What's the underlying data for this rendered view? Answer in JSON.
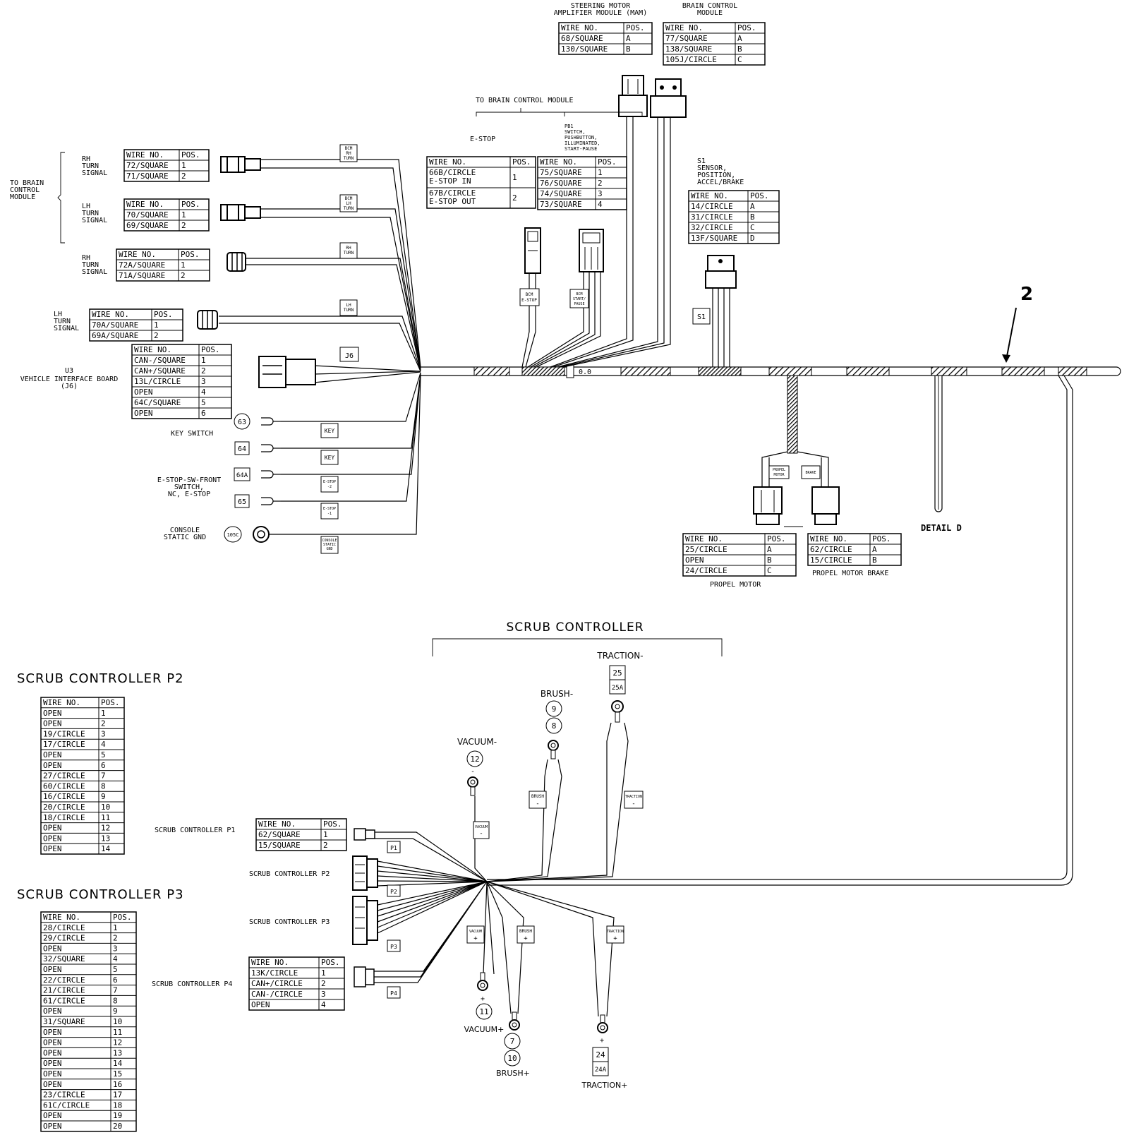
{
  "callout": "2",
  "detail": "DETAIL D",
  "section_title": "SCRUB CONTROLLER",
  "labels": {
    "mam": [
      "STEERING MOTOR",
      "AMPLIFIER MODULE (MAM)"
    ],
    "bcm": [
      "BRAIN CONTROL",
      "MODULE"
    ],
    "to_bcm_top": "TO BRAIN CONTROL MODULE",
    "estop": "E-STOP",
    "pb1": [
      "PB1",
      "SWITCH,",
      "PUSHBUTTON,",
      "ILLUMINATED,",
      "START-PAUSE"
    ],
    "s1": [
      "S1",
      "SENSOR,",
      "POSITION,",
      "ACCEL/BRAKE"
    ],
    "to_bcm_left": [
      "TO BRAIN",
      "CONTROL",
      "MODULE"
    ],
    "rh_turn": [
      "RH",
      "TURN",
      "SIGNAL"
    ],
    "lh_turn": [
      "LH",
      "TURN",
      "SIGNAL"
    ],
    "u3": [
      "U3",
      "VEHICLE INTERFACE BOARD",
      "(J6)"
    ],
    "key_switch": "KEY SWITCH",
    "estop_sw": [
      "E-STOP-SW-FRONT",
      "SWITCH,",
      "NC, E-STOP"
    ],
    "console": [
      "CONSOLE",
      "STATIC GND"
    ],
    "propel_motor": "PROPEL MOTOR",
    "propel_brake": "PROPEL MOTOR BRAKE",
    "scp1": "SCRUB CONTROLLER P1",
    "scp2": "SCRUB CONTROLLER P2",
    "scp3": "SCRUB CONTROLLER P3",
    "scp4": "SCRUB CONTROLLER P4",
    "traction_neg": "TRACTION-",
    "brush_neg": "BRUSH-",
    "vacuum_neg": "VACUUM-",
    "vacuum_pos": "VACUUM+",
    "brush_pos": "BRUSH+",
    "traction_pos": "TRACTION+"
  },
  "tags": {
    "bcm_rh_turn": [
      "BCM",
      "RH",
      "TURN"
    ],
    "bcm_lh_turn": [
      "BCM",
      "LH",
      "TURN"
    ],
    "rh_turn": [
      "RH",
      "TURN"
    ],
    "lh_turn": [
      "LH",
      "TURN"
    ],
    "j6": "J6",
    "key1": "KEY",
    "key2": "KEY",
    "estop2": [
      "E-STOP",
      "-2"
    ],
    "estop1": [
      "E-STOP",
      "-1"
    ],
    "console_static": [
      "CONSOLE",
      "STATIC",
      "GND"
    ],
    "bcm_estop": [
      "BCM",
      "E-STOP"
    ],
    "bcm_startpause": [
      "BCM",
      "START/",
      "PAUSE"
    ],
    "s1": "S1",
    "propel": [
      "PROPEL",
      "MOTOR"
    ],
    "brake": "BRAKE",
    "p1": "P1",
    "p2": "P2",
    "p3": "P3",
    "p4": "P4",
    "vacuum_neg": [
      "VACUUM",
      "-"
    ],
    "brush_neg": [
      "BRUSH",
      "-"
    ],
    "traction_neg": [
      "TRACTION",
      "-"
    ],
    "vacuum_pos": [
      "VACUUM",
      "+"
    ],
    "brush_pos": [
      "BRUSH",
      "+"
    ],
    "traction_pos": [
      "TRACTION",
      "+"
    ],
    "oo": "0.0"
  },
  "circles": {
    "c63": "63",
    "c64": "64",
    "c64a": "64A",
    "c65": "65",
    "c105c": "105C",
    "c12": "12",
    "c9": "9",
    "c8": "8",
    "c11": "11",
    "c7": "7",
    "c10": "10",
    "b25": "25",
    "b25a": "25A",
    "b24": "24",
    "b24a": "24A"
  },
  "signs": {
    "vac_minus": "-",
    "vac_plus": "+",
    "brush_plus": "+",
    "trac_plus": "+"
  },
  "tables": {
    "mam": {
      "header": [
        "WIRE NO.",
        "POS."
      ],
      "rows": [
        [
          "68/SQUARE",
          "A"
        ],
        [
          "130/SQUARE",
          "B"
        ]
      ]
    },
    "bcm": {
      "header": [
        "WIRE NO.",
        "POS."
      ],
      "rows": [
        [
          "77/SQUARE",
          "A"
        ],
        [
          "138/SQUARE",
          "B"
        ],
        [
          "105J/CIRCLE",
          "C"
        ]
      ]
    },
    "estop": {
      "header": [
        "WIRE NO.",
        "POS."
      ],
      "rows": [
        [
          "66B/CIRCLE|E-STOP IN",
          "1"
        ],
        [
          "67B/CIRCLE|E-STOP OUT",
          "2"
        ]
      ]
    },
    "pb1": {
      "header": [
        "WIRE NO.",
        "POS."
      ],
      "rows": [
        [
          "75/SQUARE",
          "1"
        ],
        [
          "76/SQUARE",
          "2"
        ],
        [
          "74/SQUARE",
          "3"
        ],
        [
          "73/SQUARE",
          "4"
        ]
      ]
    },
    "s1": {
      "header": [
        "WIRE NO.",
        "POS."
      ],
      "rows": [
        [
          "14/CIRCLE",
          "A"
        ],
        [
          "31/CIRCLE",
          "B"
        ],
        [
          "32/CIRCLE",
          "C"
        ],
        [
          "13F/SQUARE",
          "D"
        ]
      ]
    },
    "rh1": {
      "header": [
        "WIRE NO.",
        "POS."
      ],
      "rows": [
        [
          "72/SQUARE",
          "1"
        ],
        [
          "71/SQUARE",
          "2"
        ]
      ]
    },
    "lh1": {
      "header": [
        "WIRE NO.",
        "POS."
      ],
      "rows": [
        [
          "70/SQUARE",
          "1"
        ],
        [
          "69/SQUARE",
          "2"
        ]
      ]
    },
    "rh2": {
      "header": [
        "WIRE NO.",
        "POS."
      ],
      "rows": [
        [
          "72A/SQUARE",
          "1"
        ],
        [
          "71A/SQUARE",
          "2"
        ]
      ]
    },
    "lh2": {
      "header": [
        "WIRE NO.",
        "POS."
      ],
      "rows": [
        [
          "70A/SQUARE",
          "1"
        ],
        [
          "69A/SQUARE",
          "2"
        ]
      ]
    },
    "j6": {
      "header": [
        "WIRE NO.",
        "POS."
      ],
      "rows": [
        [
          "CAN-/SQUARE",
          "1"
        ],
        [
          "CAN+/SQUARE",
          "2"
        ],
        [
          "13L/CIRCLE",
          "3"
        ],
        [
          "OPEN",
          "4"
        ],
        [
          "64C/SQUARE",
          "5"
        ],
        [
          "OPEN",
          "6"
        ]
      ]
    },
    "propel": {
      "header": [
        "WIRE NO.",
        "POS."
      ],
      "rows": [
        [
          "25/CIRCLE",
          "A"
        ],
        [
          "OPEN",
          "B"
        ],
        [
          "24/CIRCLE",
          "C"
        ]
      ]
    },
    "brake": {
      "header": [
        "WIRE NO.",
        "POS."
      ],
      "rows": [
        [
          "62/CIRCLE",
          "A"
        ],
        [
          "15/CIRCLE",
          "B"
        ]
      ]
    },
    "p1": {
      "header": [
        "WIRE NO.",
        "POS."
      ],
      "rows": [
        [
          "62/SQUARE",
          "1"
        ],
        [
          "15/SQUARE",
          "2"
        ]
      ]
    },
    "p4": {
      "header": [
        "WIRE NO.",
        "POS."
      ],
      "rows": [
        [
          "13K/CIRCLE",
          "1"
        ],
        [
          "CAN+/CIRCLE",
          "2"
        ],
        [
          "CAN-/CIRCLE",
          "3"
        ],
        [
          "OPEN",
          "4"
        ]
      ]
    },
    "p2": {
      "title": "SCRUB CONTROLLER P2",
      "header": [
        "WIRE NO.",
        "POS."
      ],
      "rows": [
        [
          "OPEN",
          "1"
        ],
        [
          "OPEN",
          "2"
        ],
        [
          "19/CIRCLE",
          "3"
        ],
        [
          "17/CIRCLE",
          "4"
        ],
        [
          "OPEN",
          "5"
        ],
        [
          "OPEN",
          "6"
        ],
        [
          "27/CIRCLE",
          "7"
        ],
        [
          "60/CIRCLE",
          "8"
        ],
        [
          "16/CIRCLE",
          "9"
        ],
        [
          "20/CIRCLE",
          "10"
        ],
        [
          "18/CIRCLE",
          "11"
        ],
        [
          "OPEN",
          "12"
        ],
        [
          "OPEN",
          "13"
        ],
        [
          "OPEN",
          "14"
        ]
      ]
    },
    "p3": {
      "title": "SCRUB CONTROLLER P3",
      "header": [
        "WIRE NO.",
        "POS."
      ],
      "rows": [
        [
          "28/CIRCLE",
          "1"
        ],
        [
          "29/CIRCLE",
          "2"
        ],
        [
          "OPEN",
          "3"
        ],
        [
          "32/SQUARE",
          "4"
        ],
        [
          "OPEN",
          "5"
        ],
        [
          "22/CIRCLE",
          "6"
        ],
        [
          "21/CIRCLE",
          "7"
        ],
        [
          "61/CIRCLE",
          "8"
        ],
        [
          "OPEN",
          "9"
        ],
        [
          "31/SQUARE",
          "10"
        ],
        [
          "OPEN",
          "11"
        ],
        [
          "OPEN",
          "12"
        ],
        [
          "OPEN",
          "13"
        ],
        [
          "OPEN",
          "14"
        ],
        [
          "OPEN",
          "15"
        ],
        [
          "OPEN",
          "16"
        ],
        [
          "23/CIRCLE",
          "17"
        ],
        [
          "61C/CIRCLE",
          "18"
        ],
        [
          "OPEN",
          "19"
        ],
        [
          "OPEN",
          "20"
        ]
      ]
    }
  }
}
